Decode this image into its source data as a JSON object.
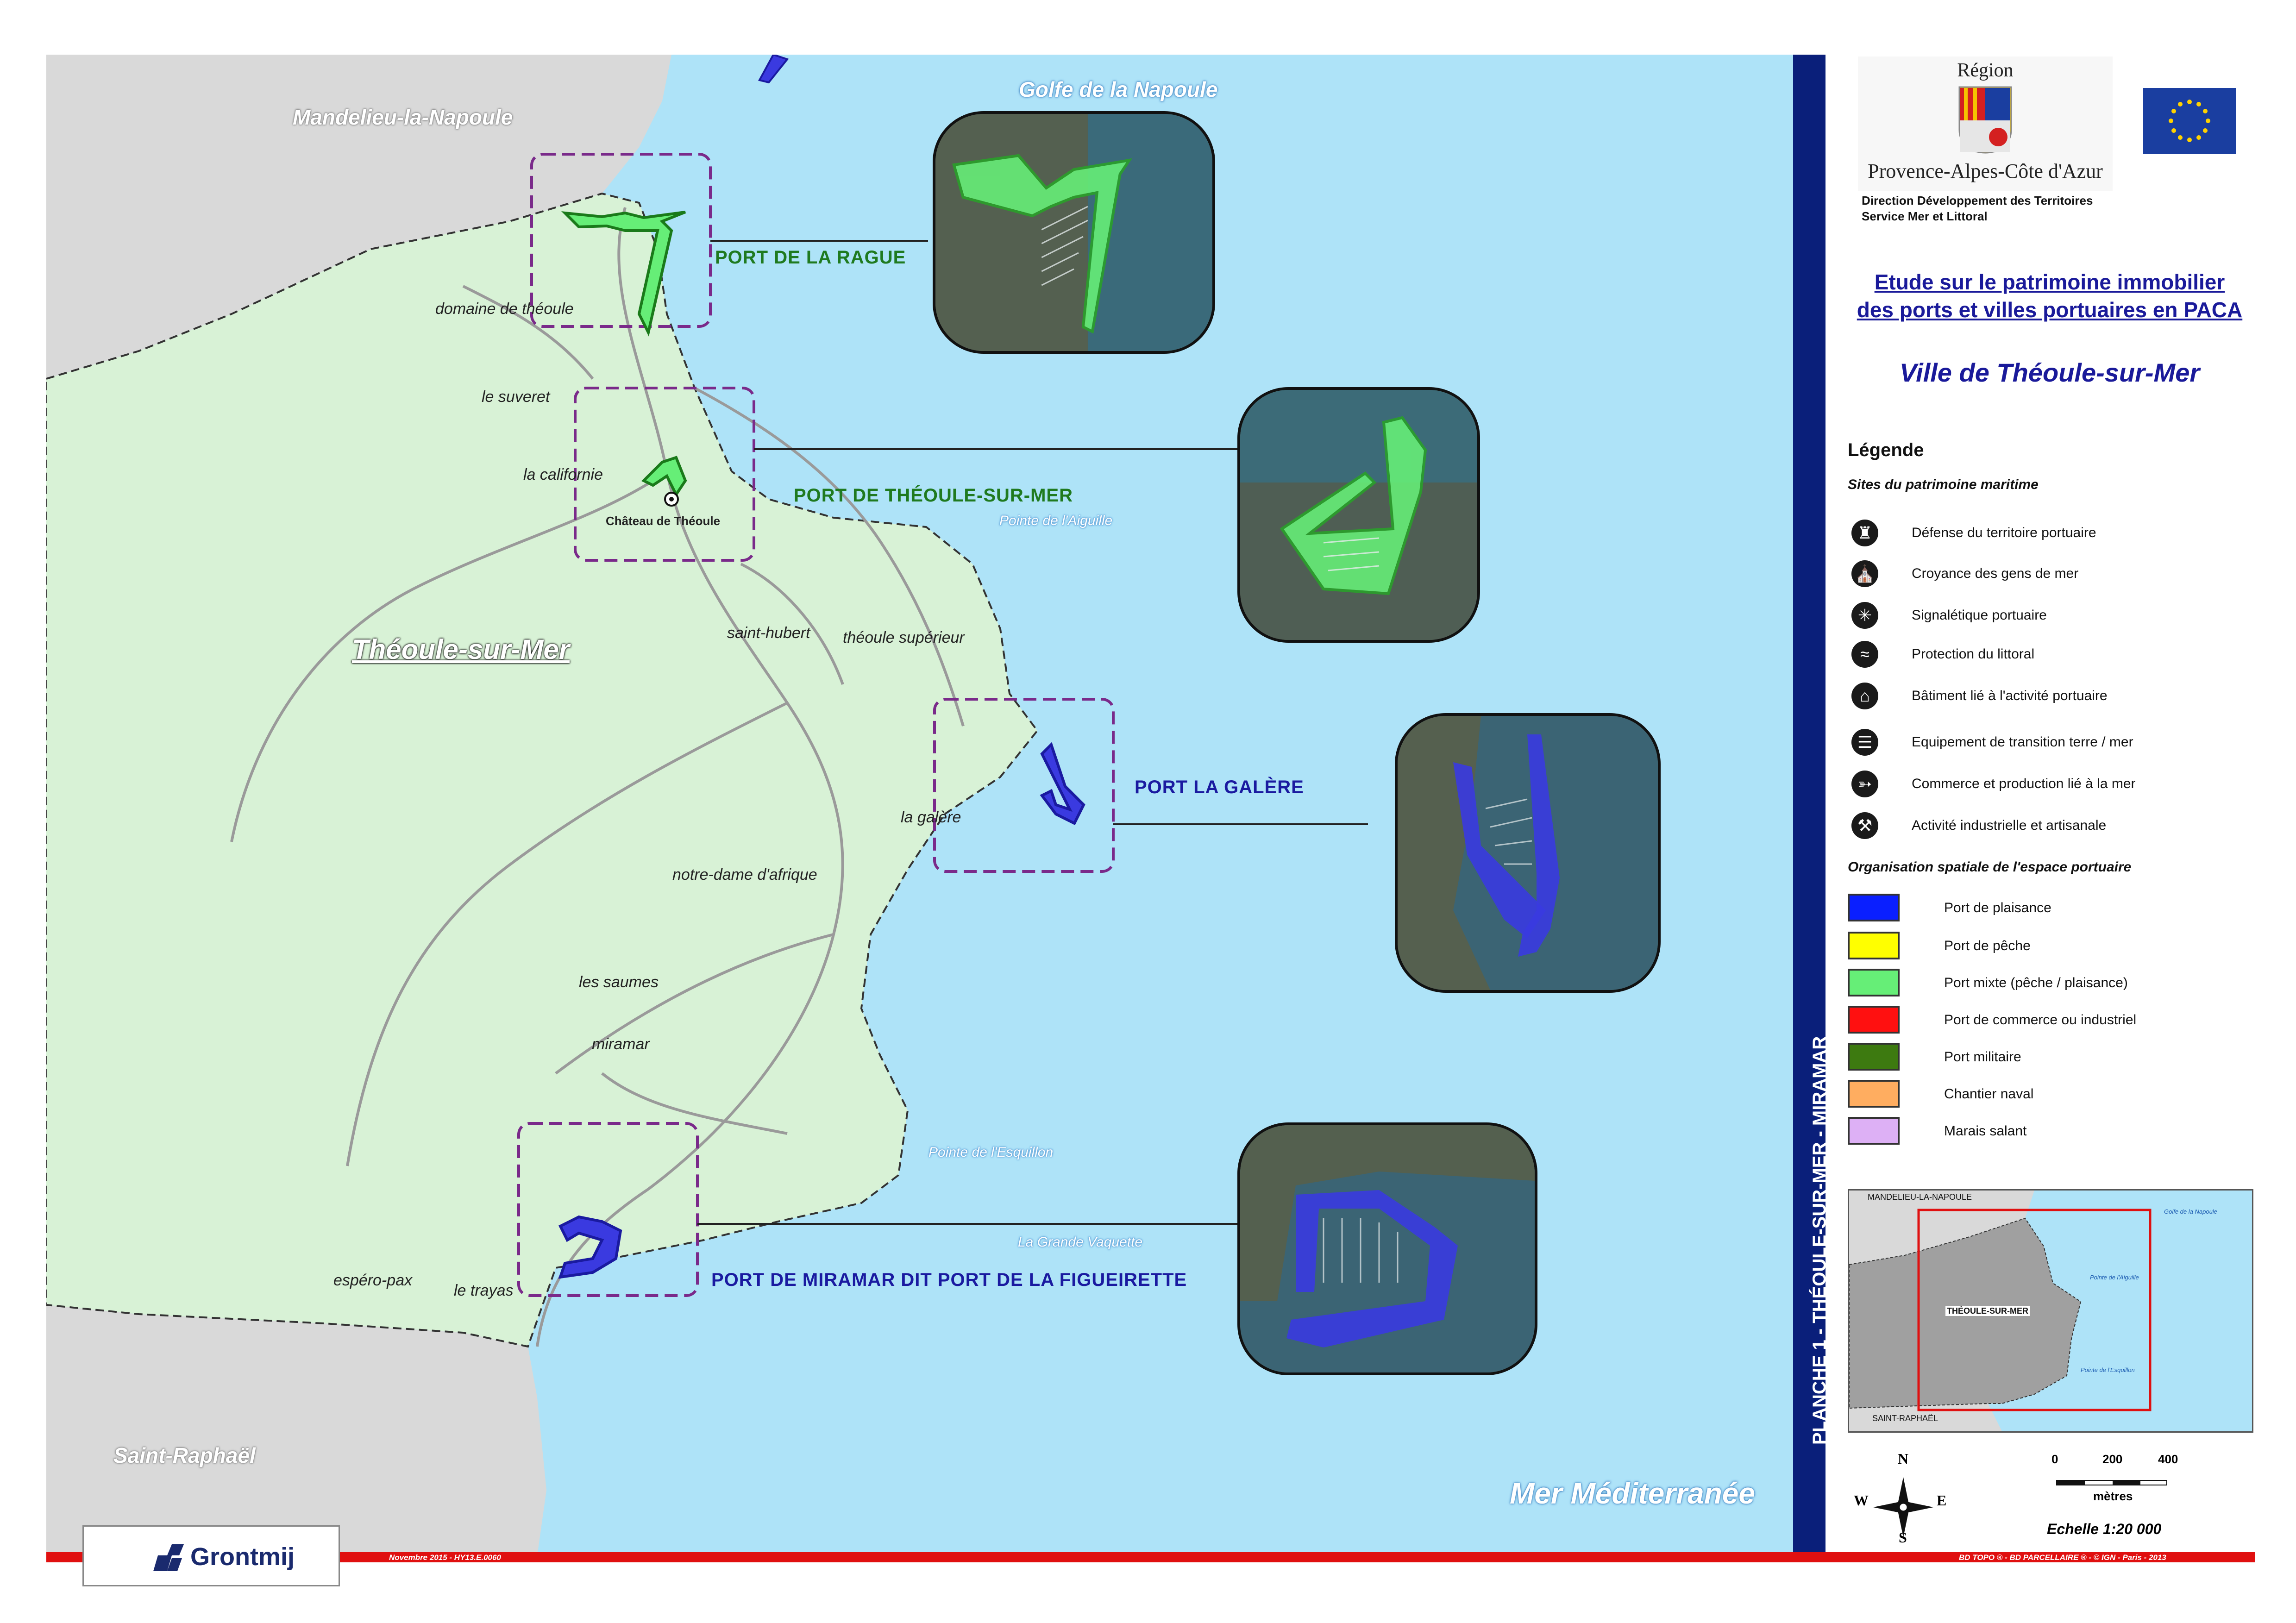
{
  "header": {
    "region_word": "Région",
    "region_name": "Provence-Alpes-Côte d'Azur",
    "direction_line1": "Direction Développement des Territoires",
    "direction_line2": "Service Mer et Littoral",
    "study_title_line1": "Etude sur le patrimoine immobilier",
    "study_title_line2": "des ports et villes portuaires en PACA",
    "city_title": "Ville de Théoule-sur-Mer"
  },
  "legend": {
    "title": "Légende",
    "sites_heading": "Sites du patrimoine maritime",
    "sites": [
      {
        "label": "Défense du territoire portuaire",
        "icon": "fortress-icon",
        "glyph": "♜"
      },
      {
        "label": "Croyance des gens de mer",
        "icon": "church-icon",
        "glyph": "⛪"
      },
      {
        "label": "Signalétique portuaire",
        "icon": "lighthouse-icon",
        "glyph": "✳"
      },
      {
        "label": "Protection du littoral",
        "icon": "wave-icon",
        "glyph": "≈"
      },
      {
        "label": "Bâtiment lié à l'activité portuaire",
        "icon": "house-icon",
        "glyph": "⌂"
      },
      {
        "label": "Equipement de transition terre / mer",
        "icon": "ramp-icon",
        "glyph": "☰"
      },
      {
        "label": "Commerce et production lié à la mer",
        "icon": "fish-icon",
        "glyph": "➳"
      },
      {
        "label": "Activité industrielle et artisanale",
        "icon": "factory-icon",
        "glyph": "⚒"
      }
    ],
    "organisation_heading": "Organisation spatiale de l'espace portuaire",
    "organisation": [
      {
        "label": "Port de plaisance",
        "color": "#0a1fff"
      },
      {
        "label": "Port de pêche",
        "color": "#ffff00"
      },
      {
        "label": "Port mixte (pêche / plaisance)",
        "color": "#66ee77"
      },
      {
        "label": "Port de commerce ou industriel",
        "color": "#ff1010"
      },
      {
        "label": "Port militaire",
        "color": "#3d7a10"
      },
      {
        "label": "Chantier naval",
        "color": "#ffad60"
      },
      {
        "label": "Marais salant",
        "color": "#ddb0f5"
      }
    ]
  },
  "map": {
    "sea_name": "Golfe de la Napoule",
    "open_sea": "Mer Méditerranée",
    "neighbor_north": "Mandelieu-la-Napoule",
    "neighbor_south": "Saint-Raphaël",
    "commune": "Théoule-sur-Mer",
    "places": [
      "domaine de théoule",
      "le suveret",
      "la californie",
      "Château de Théoule",
      "saint-hubert",
      "théoule supérieur",
      "la galère",
      "notre-dame d'afrique",
      "les saumes",
      "miramar",
      "espéro-pax",
      "le trayas"
    ],
    "capes": [
      "Pointe de l'Aiguille",
      "Pointe de l'Esquillon",
      "La Grande Vaquette"
    ],
    "ports": [
      {
        "name": "PORT DE LA RAGUE",
        "color": "#1f7a1f",
        "type": "Port mixte (pêche / plaisance)"
      },
      {
        "name": "PORT DE THÉOULE-SUR-MER",
        "color": "#1f7a1f",
        "type": "Port mixte (pêche / plaisance)"
      },
      {
        "name": "PORT LA GALÈRE",
        "color": "#1a1aa0",
        "type": "Port de plaisance"
      },
      {
        "name": "PORT DE MIRAMAR DIT PORT DE LA FIGUEIRETTE",
        "color": "#1a1aa0",
        "type": "Port de plaisance"
      }
    ]
  },
  "sidebar": {
    "plate_label": "PLANCHE 1 - THÉOULE-SUR-MER - MIRAMAR"
  },
  "inset": {
    "north": "MANDELIEU-LA-NAPOULE",
    "south": "SAINT-RAPHAËL",
    "commune": "THÉOULE-SUR-MER",
    "label_sea": "Golfe de la Napoule",
    "label_cape1": "Pointe de l'Aiguille",
    "label_cape2": "Pointe de l'Esquillon"
  },
  "scale": {
    "ticks": [
      "0",
      "200",
      "400"
    ],
    "unit": "mètres",
    "ratio_text": "Echelle  1:20 000"
  },
  "compass": {
    "n": "N",
    "s": "S",
    "e": "E",
    "w": "W"
  },
  "footer": {
    "company": "Grontmij",
    "date_ref": "Novembre 2015 - HY13.E.0060",
    "credits": "BD TOPO ® - BD PARCELLAIRE ® - © IGN - Paris - 2013"
  }
}
